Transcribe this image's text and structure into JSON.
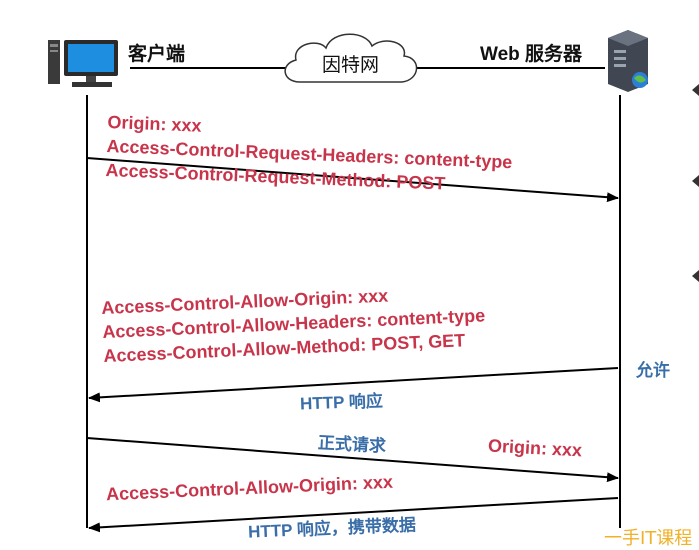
{
  "client": {
    "label": "客户端"
  },
  "server": {
    "label": "Web 服务器"
  },
  "network": {
    "label": "因特网"
  },
  "preflight_request": {
    "lines": [
      "Origin: xxx",
      "Access-Control-Request-Headers: content-type",
      "Access-Control-Request-Method: POST"
    ]
  },
  "preflight_response": {
    "lines": [
      "Access-Control-Allow-Origin: xxx",
      "Access-Control-Allow-Headers: content-type",
      "Access-Control-Allow-Method: POST, GET"
    ],
    "allow_label": "允许",
    "response_label": "HTTP 响应"
  },
  "formal_request": {
    "label": "正式请求",
    "origin": "Origin: xxx"
  },
  "formal_response": {
    "header": "Access-Control-Allow-Origin: xxx",
    "label": "HTTP 响应，携带数据"
  },
  "watermark": "一手IT课程",
  "colors": {
    "red": "#c8354b",
    "blue": "#3a6ea8",
    "line": "#000000"
  }
}
